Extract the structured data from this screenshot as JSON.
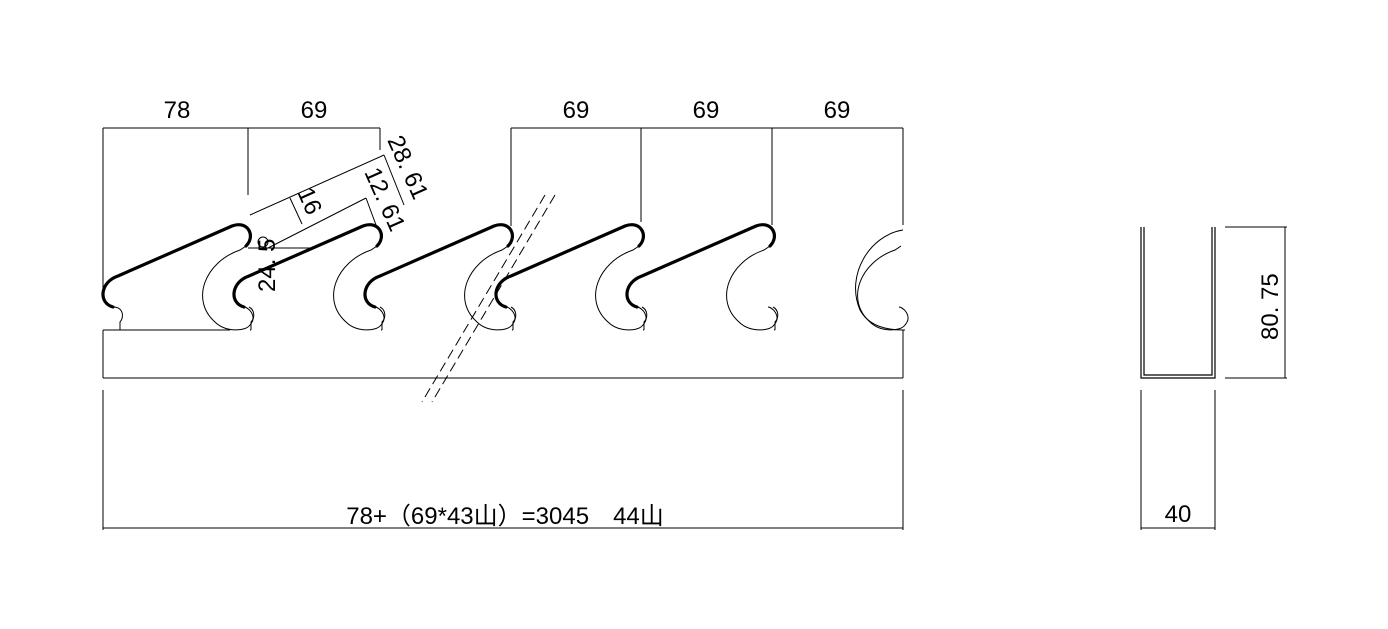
{
  "front_view": {
    "top_dimensions": [
      "78",
      "69",
      "69",
      "69",
      "69"
    ],
    "detail_dimensions": {
      "d1": "28. 61",
      "d2": "12. 61",
      "d3": "16",
      "d4": "24. 5"
    },
    "hook_count_shown": 6,
    "total_dimension": "78+（69*43山）=3045　44山"
  },
  "side_view": {
    "height": "80. 75",
    "width": "40"
  }
}
